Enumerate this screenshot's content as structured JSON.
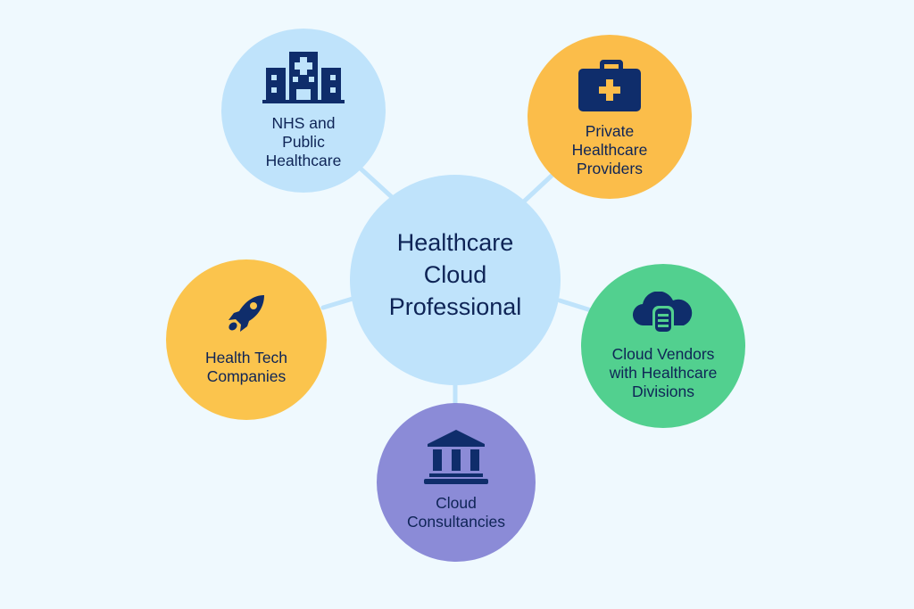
{
  "diagram": {
    "type": "hub-and-spoke",
    "background": "#eff9fe",
    "connector_color": "#bfe3fb",
    "text_color": "#0e2456",
    "icon_color": "#0f2d6b",
    "hub": {
      "label": "Healthcare\nCloud\nProfessional",
      "color": "#bfe3fb"
    },
    "nodes": [
      {
        "id": "nhs",
        "label": "NHS and\nPublic\nHealthcare",
        "icon": "hospital-icon",
        "color": "#bfe3fb"
      },
      {
        "id": "private",
        "label": "Private\nHealthcare\nProviders",
        "icon": "medical-briefcase-icon",
        "color": "#fbbd4a"
      },
      {
        "id": "cloud-vendors",
        "label": "Cloud Vendors\nwith Healthcare\nDivisions",
        "icon": "cloud-server-icon",
        "color": "#52d08f"
      },
      {
        "id": "consultancies",
        "label": "Cloud\nConsultancies",
        "icon": "institution-icon",
        "color": "#8b8bd7"
      },
      {
        "id": "health-tech",
        "label": "Health Tech\nCompanies",
        "icon": "rocket-icon",
        "color": "#fbc44d"
      }
    ]
  }
}
